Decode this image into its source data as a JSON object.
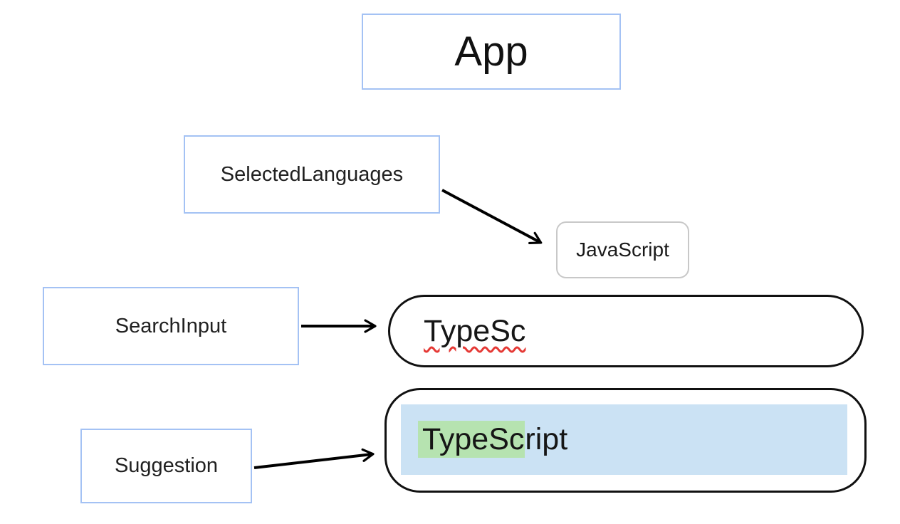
{
  "diagram": {
    "title": "component-tree-diagram",
    "nodes": {
      "app": {
        "label": "App"
      },
      "selected_languages": {
        "label": "SelectedLanguages"
      },
      "javascript_chip": {
        "label": "JavaScript"
      },
      "search_input": {
        "label": "SearchInput"
      },
      "suggestion": {
        "label": "Suggestion"
      }
    },
    "values": {
      "search_text": "TypeSc",
      "suggestion_match": "TypeSc",
      "suggestion_rest": "ript",
      "suggestion_full": "TypeScript"
    },
    "edges": [
      {
        "from": "SelectedLanguages",
        "to": "JavaScript"
      },
      {
        "from": "SearchInput",
        "to": "search-value-pill"
      },
      {
        "from": "Suggestion",
        "to": "suggestion-pill"
      }
    ],
    "colors": {
      "component_box_border": "#a4c2f4",
      "chip_border": "#c8c8c8",
      "pill_border": "#111111",
      "arrow": "#000000",
      "selection_highlight_blue": "#cbe2f4",
      "match_highlight_green": "#b6e3b0",
      "spellcheck_squiggle_red": "#e53935",
      "background": "#ffffff"
    }
  }
}
